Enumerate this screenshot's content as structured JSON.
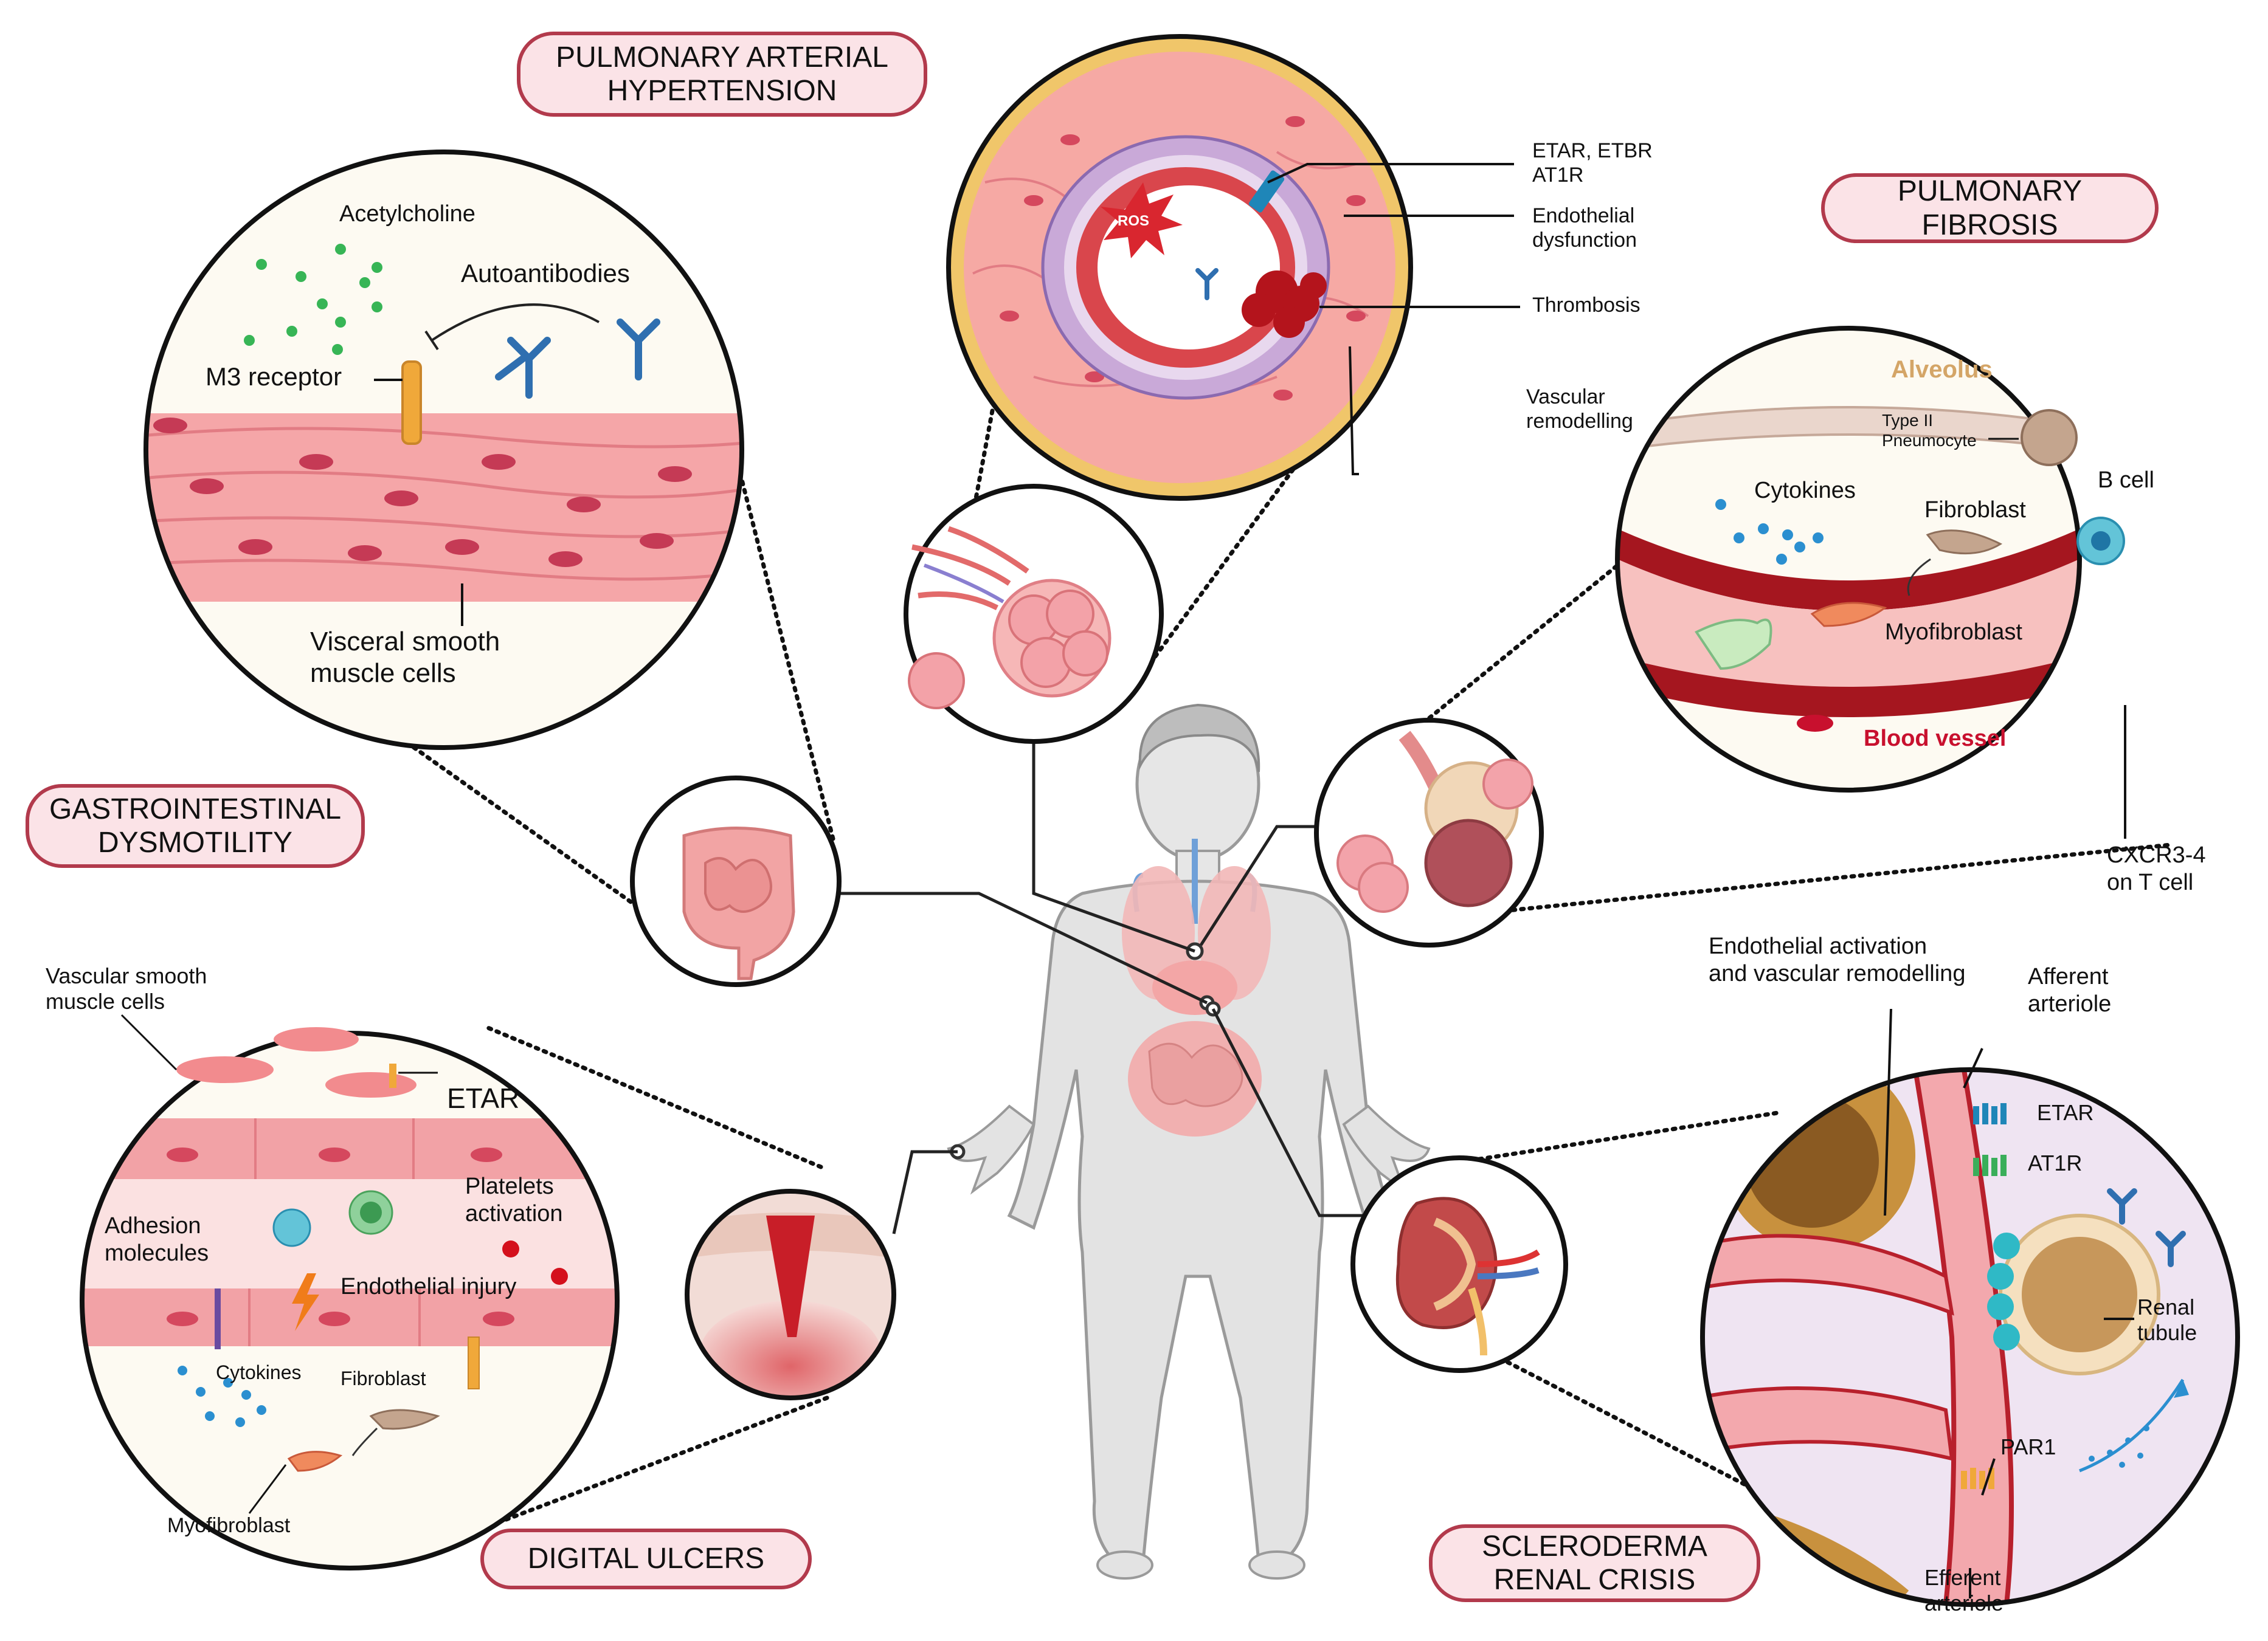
{
  "titles": {
    "pah": "PULMONARY ARTERIAL\nHYPERTENSION",
    "pf": "PULMONARY\nFIBROSIS",
    "gi": "GASTROINTESTINAL\nDYSMOTILITY",
    "du": "DIGITAL ULCERS",
    "src": "SCLERODERMA\nRENAL CRISIS"
  },
  "gi_panel": {
    "acetylcholine": "Acetylcholine",
    "autoantibodies": "Autoantibodies",
    "m3_receptor": "M3 receptor",
    "visceral": "Visceral smooth\nmuscle cells"
  },
  "pah_panel": {
    "receptors": "ETAR, ETBR\nAT1R",
    "endothelial": "Endothelial\ndysfunction",
    "thrombosis": "Thrombosis",
    "remodelling": "Vascular\nremodelling",
    "ros": "ROS"
  },
  "pf_panel": {
    "alveolus": "Alveolus",
    "type2": "Type II\nPneumocyte",
    "cytokines": "Cytokines",
    "fibroblast": "Fibroblast",
    "bcell": "B cell",
    "myofibroblast": "Myofibroblast",
    "blood_vessel": "Blood vessel",
    "cxcr": "CXCR3-4\non T cell"
  },
  "du_panel": {
    "vsmc": "Vascular smooth\nmuscle cells",
    "etar": "ETAR",
    "adhesion": "Adhesion\nmolecules",
    "platelets": "Platelets\nactivation",
    "injury": "Endothelial injury",
    "cytokines": "Cytokines",
    "fibroblast": "Fibroblast",
    "myofibroblast": "Myofibroblast"
  },
  "src_panel": {
    "activation": "Endothelial activation\nand vascular remodelling",
    "afferent": "Afferent\narteriole",
    "etar": "ETAR",
    "at1r": "AT1R",
    "tubule": "Renal\ntubule",
    "par1": "PAR1",
    "efferent": "Efferent\narteriole"
  },
  "colors": {
    "title_border": "#b23a4c",
    "title_fill": "#fbe3e7",
    "muscle": "#f2a0a4",
    "nucleus": "#c4384c",
    "vessel_wall": "#b8202c",
    "receptor_orange": "#f0a83a",
    "antibody_blue": "#2f6fb0",
    "dot_green": "#37b556",
    "dot_blue": "#2b8fd0",
    "body": "#dcdcdc"
  }
}
